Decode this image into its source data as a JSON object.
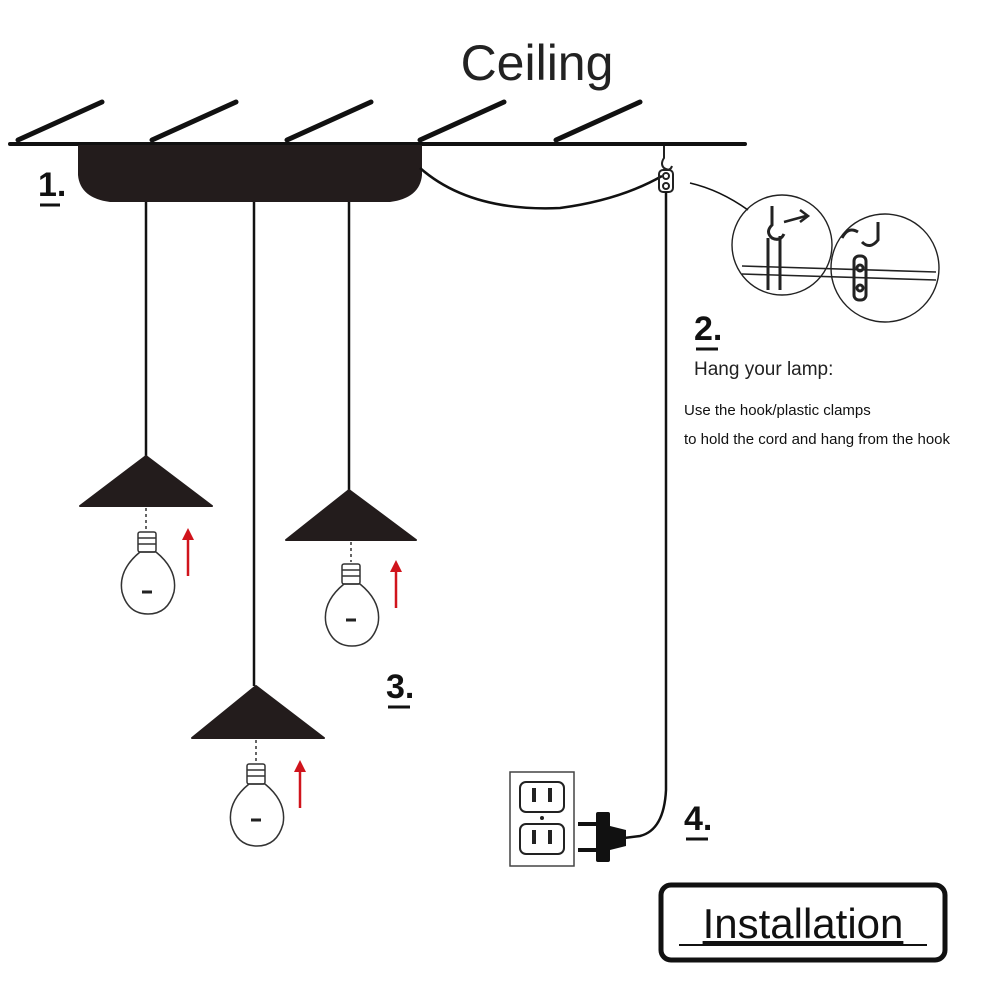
{
  "title": "Ceiling",
  "steps": {
    "s1": "1.",
    "s2": "2.",
    "s3": "3.",
    "s4": "4."
  },
  "hang": {
    "heading": "Hang your lamp:",
    "line1": "Use the hook/plastic clamps",
    "line2": "to hold the cord and hang from the hook"
  },
  "badge": "Installation",
  "colors": {
    "ink": "#231c1c",
    "arrow": "#d0141c",
    "line": "#111111"
  }
}
